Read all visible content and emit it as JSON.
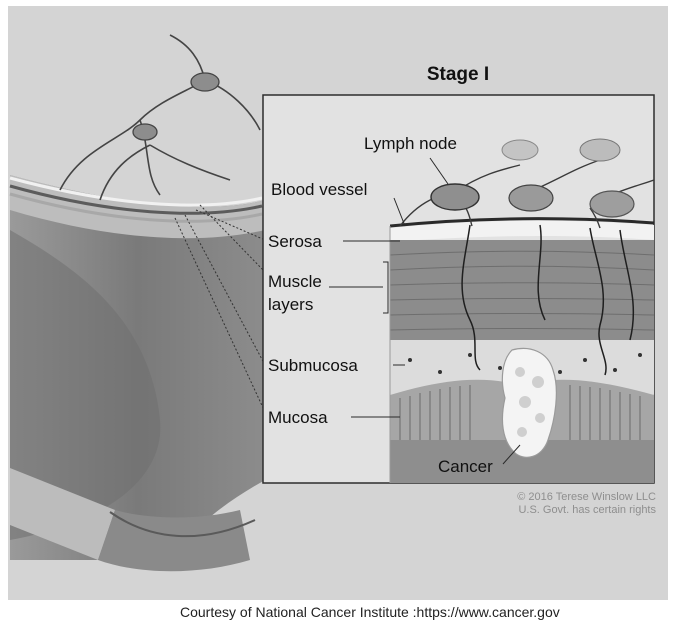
{
  "title": "Stage I",
  "labels": {
    "lymph_node": "Lymph node",
    "blood_vessel": "Blood vessel",
    "serosa": "Serosa",
    "muscle_layers_line1": "Muscle",
    "muscle_layers_line2": "layers",
    "submucosa": "Submucosa",
    "mucosa": "Mucosa",
    "cancer": "Cancer"
  },
  "copyright": {
    "line1": "© 2016 Terese Winslow LLC",
    "line2": "U.S. Govt. has certain rights"
  },
  "credit": "Courtesy of National Cancer Institute :https://www.cancer.gov"
}
